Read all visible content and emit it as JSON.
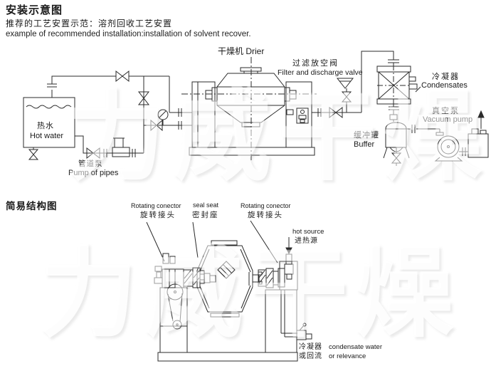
{
  "header": {
    "title": "安装示意图",
    "subtitle_zh": "推荐的工艺安置示范：溶剂回收工艺安置",
    "subtitle_en": "example of recommended installation:installation of solvent recover."
  },
  "installation": {
    "drier_label": "干燥机 Drier",
    "filter_zh": "过滤放空阀",
    "filter_en": "Filter and discharge valve",
    "condenser_zh": "冷凝器",
    "condenser_en": "Condensates",
    "vacuum_zh": "真空泵",
    "vacuum_en": "Vacuum pump",
    "buffer_zh": "缓冲罐",
    "buffer_en": "Buffer",
    "hot_water_zh": "热水",
    "hot_water_en": "Hot water",
    "pipe_pump_zh": "管道泵",
    "pipe_pump_en": "Pump of pipes"
  },
  "structure": {
    "title": "简易结构图",
    "rotating_left_en": "Rotating conector",
    "rotating_left_zh": "旋转接头",
    "seal_en": "seal seat",
    "seal_zh": "密封座",
    "rotating_right_en": "Rotating conector",
    "rotating_right_zh": "旋转接头",
    "hot_source_en": "hot source",
    "hot_source_zh": "进热源",
    "condensate_zh_line1": "冷凝器",
    "condensate_zh_line2": "或回流",
    "condensate_en_line1": "condensate water",
    "condensate_en_line2": "or relevance"
  },
  "watermark": {
    "text": "力威干燥"
  },
  "colors": {
    "line": "#2b2b2b",
    "text": "#111111",
    "background": "#ffffff"
  }
}
